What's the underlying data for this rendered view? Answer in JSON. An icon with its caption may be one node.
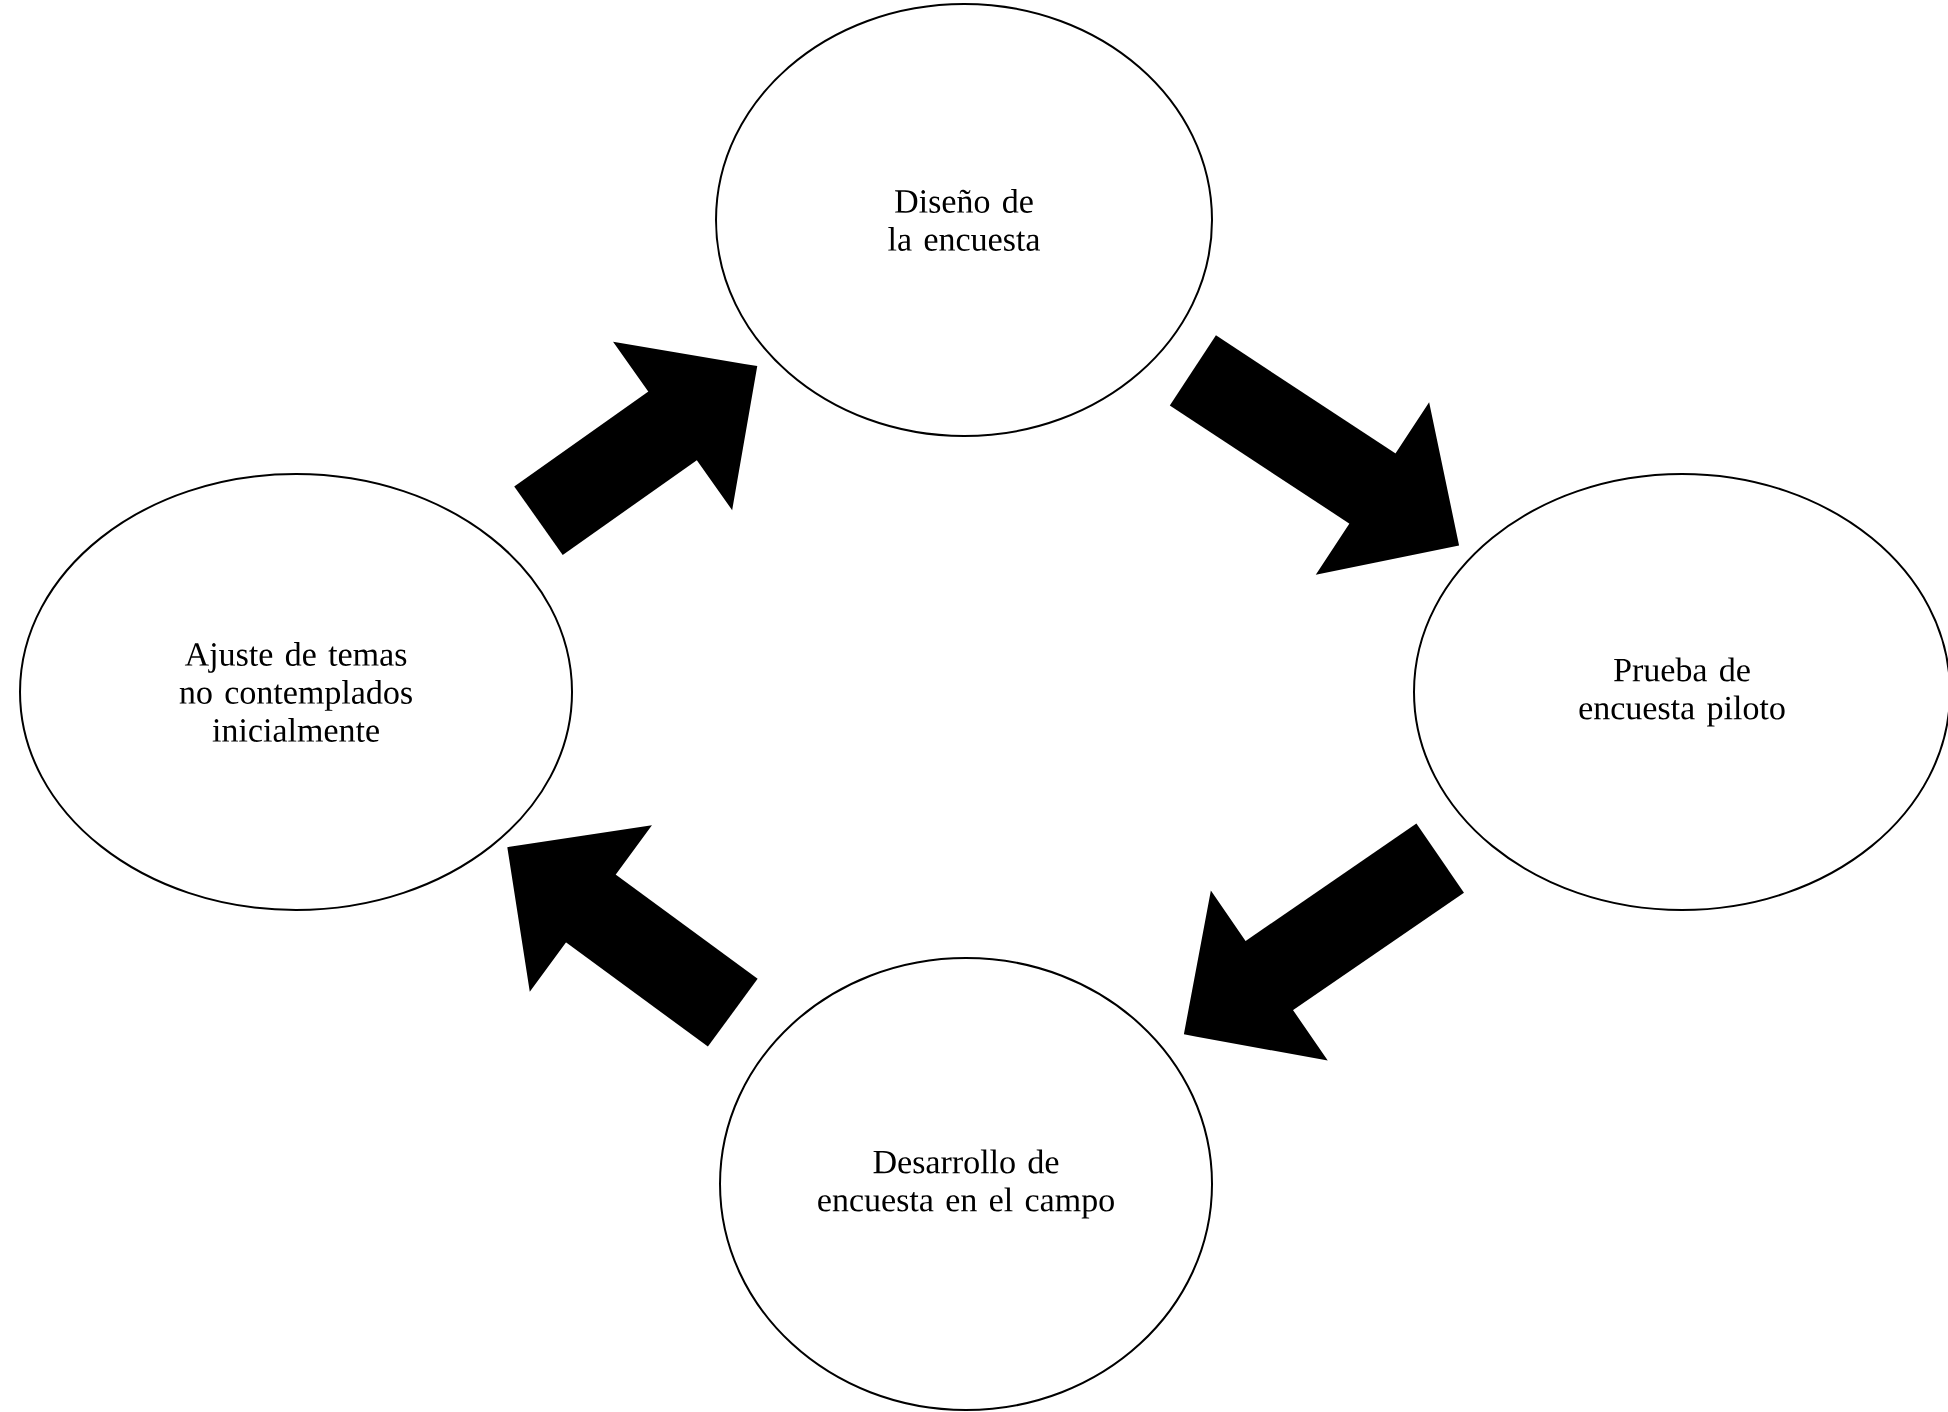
{
  "diagram": {
    "nodes": [
      {
        "text": [
          "Diseño de la encuesta"
        ]
      },
      {
        "text": [
          "Prueba de encuesta piloto"
        ]
      },
      {
        "text": [
          "Desarrollo de encuesta en el campo"
        ]
      },
      {
        "text": [
          "Ajuste de temas no contemplados inicialmente"
        ]
      }
    ],
    "edges": [
      {
        "from": 0,
        "to": 1,
        "arrow": "to"
      },
      {
        "from": 1,
        "to": 2,
        "arrow": "to"
      },
      {
        "from": 2,
        "to": 3,
        "arrow": "to"
      },
      {
        "from": 3,
        "to": 0,
        "arrow": "to"
      }
    ]
  }
}
